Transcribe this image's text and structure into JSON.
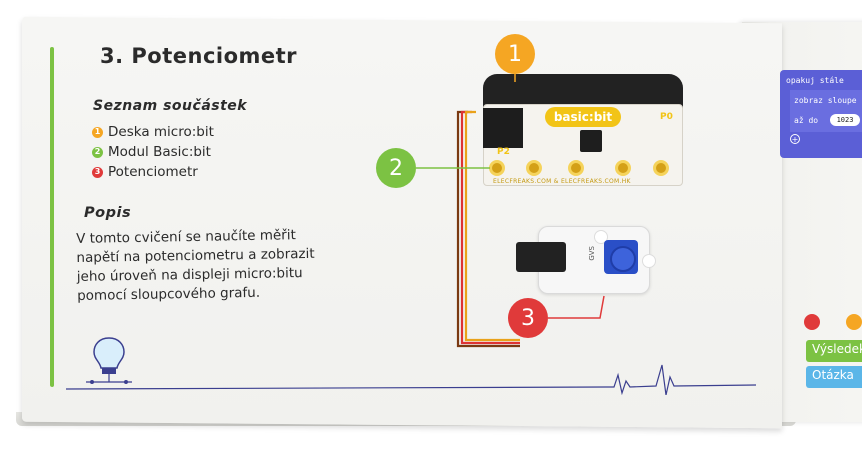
{
  "booklet": {
    "title": "3. Potenciometr",
    "parts_heading": "Seznam součástek",
    "parts": [
      {
        "number": "1",
        "label": "Deska micro:bit",
        "color": "#f5a623"
      },
      {
        "number": "2",
        "label": "Modul Basic:bit",
        "color": "#7cc243"
      },
      {
        "number": "3",
        "label": "Potenciometr",
        "color": "#e03a3a"
      }
    ],
    "description_heading": "Popis",
    "description_lines": [
      "V tomto cvičení se naučíte měřit",
      "napětí na potenciometru a zobrazit",
      "jeho úroveň na displeji micro:bitu",
      "pomocí sloupcového grafu."
    ]
  },
  "diagram": {
    "callouts": [
      {
        "number": "1",
        "color": "#f5a623"
      },
      {
        "number": "2",
        "color": "#7cc243"
      },
      {
        "number": "3",
        "color": "#e03a3a"
      }
    ],
    "board_label": "basic:bit",
    "board_url": "ELECFREAKS.COM & ELECFREAKS.COM.HK",
    "pin_labels": [
      "P2",
      "P0"
    ],
    "pot_label": "GVS"
  },
  "right_page": {
    "code_lines": [
      "opakuj stále",
      "zobraz sloupe",
      "až do"
    ],
    "code_value": "1023",
    "tags": [
      {
        "label": "Výsledek",
        "color": "#7cc243"
      },
      {
        "label": "Otázka",
        "color": "#5bb6e8"
      }
    ],
    "dot_colors": [
      "#e03a3a",
      "#f5a623"
    ]
  },
  "icons": [
    "lightbulb-icon",
    "heartbeat-line-icon"
  ]
}
